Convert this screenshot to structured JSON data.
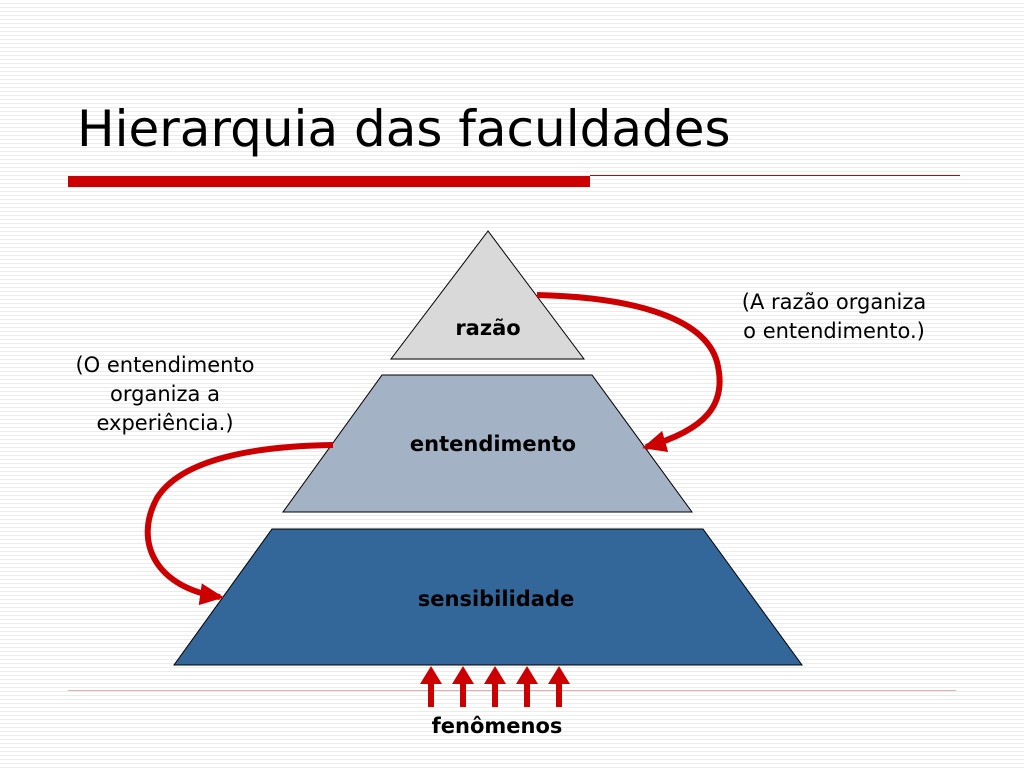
{
  "slide": {
    "title": "Hierarquia das faculdades"
  },
  "pyramid": {
    "top_label": "razão",
    "middle_label": "entendimento",
    "bottom_label": "sensibilidade"
  },
  "notes": {
    "right_line1": "(A razão organiza",
    "right_line2": "o entendimento.)",
    "left_line1": "(O entendimento",
    "left_line2": "organiza a",
    "left_line3": "experiência.)"
  },
  "input_label": "fenômenos",
  "colors": {
    "accent_red": "#cc0000",
    "top_tier": "#d9d9d9",
    "middle_tier": "#a3b2c4",
    "bottom_tier": "#336699"
  }
}
